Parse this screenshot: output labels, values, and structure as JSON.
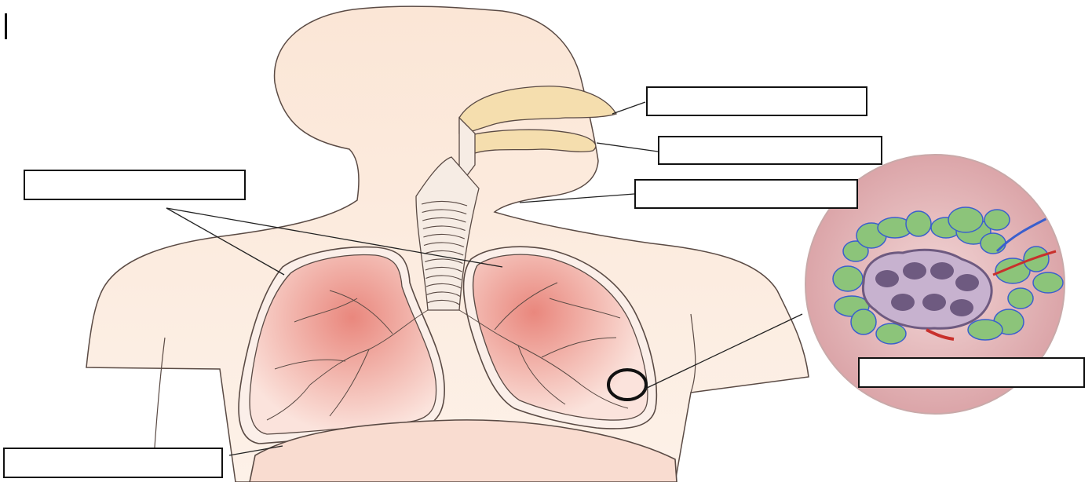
{
  "diagram": {
    "subject": "",
    "colors": {
      "skin_fill": "#fbe6d6",
      "skin_fill_light": "#fdf1e8",
      "outline": "#5a4a44",
      "lung_fill": "#f3b2a8",
      "lung_core": "#e9877d",
      "nasal_fill": "#f5deae",
      "trachea_fill": "#f6ece4",
      "diaphragm_fill": "#f9dcd0",
      "leader_line": "#222222",
      "alveoli_bg": "#d9a0a4",
      "alveoli_green": "#8cc47a",
      "alveoli_purple": "#6e5a80",
      "alveoli_blue": "#3a5fcd",
      "alveoli_red": "#c8302c"
    },
    "blank_labels": [
      {
        "id": "nasal-cavity",
        "value": ""
      },
      {
        "id": "mouth",
        "value": ""
      },
      {
        "id": "trachea",
        "value": ""
      },
      {
        "id": "lungs",
        "value": ""
      },
      {
        "id": "alveoli",
        "value": ""
      },
      {
        "id": "diaphragm",
        "value": ""
      }
    ]
  }
}
